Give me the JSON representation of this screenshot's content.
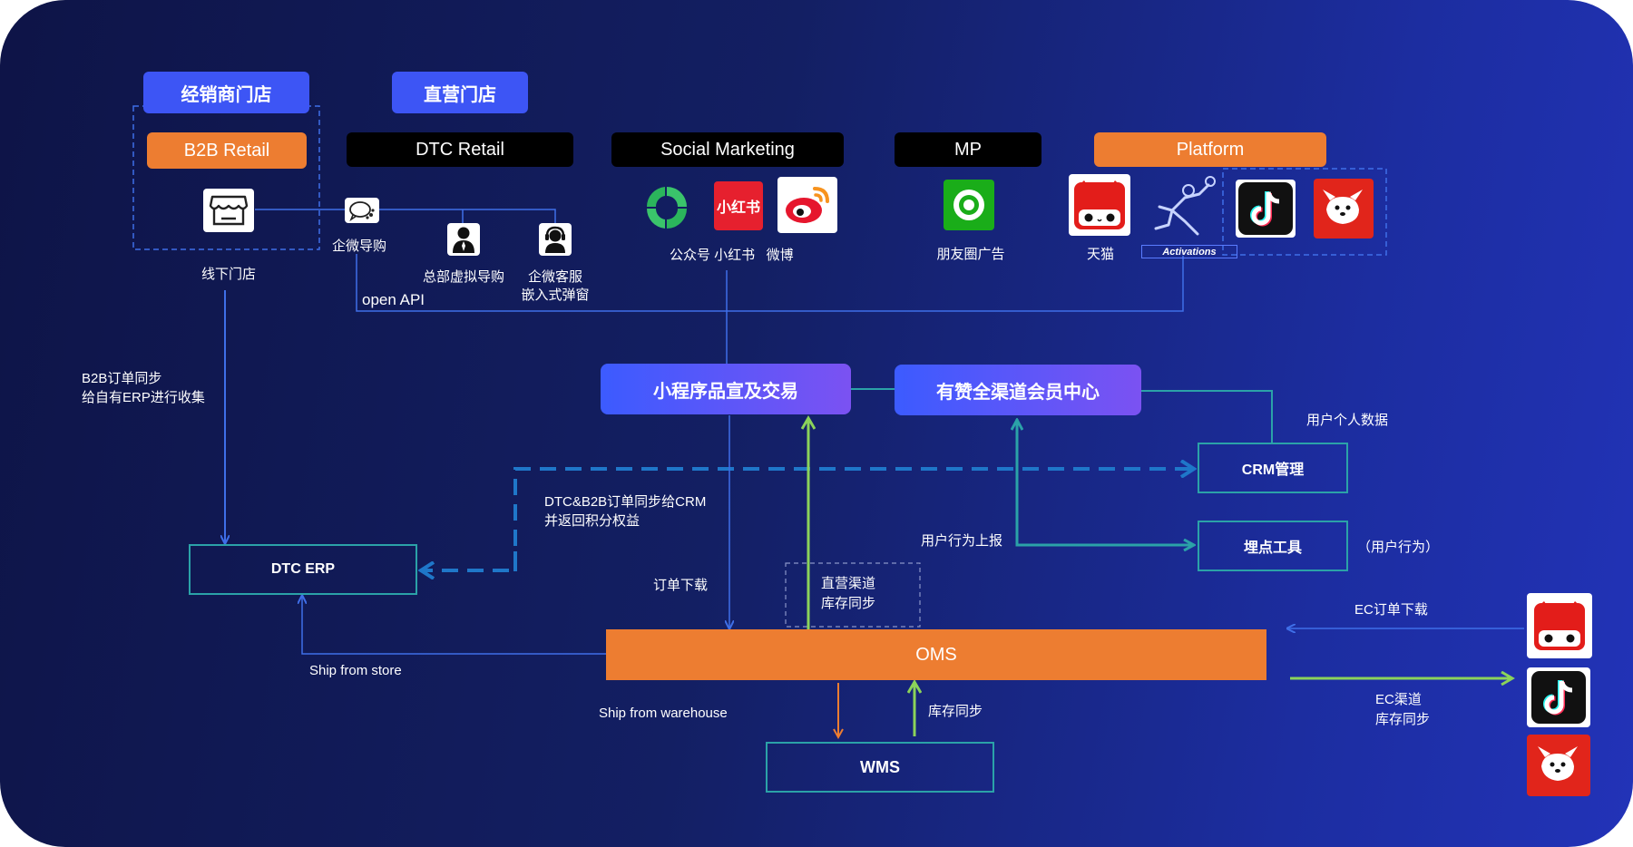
{
  "headers": {
    "dealer_store": "经销商门店",
    "direct_store": "直营门店",
    "b2b_retail": "B2B Retail",
    "dtc_retail": "DTC Retail",
    "social_marketing": "Social Marketing",
    "mp": "MP",
    "platform": "Platform"
  },
  "labels": {
    "offline_store": "线下门店",
    "wecom_guide": "企微导购",
    "hq_virtual_guide": "总部虚拟导购",
    "wecom_service_1": "企微客服",
    "wecom_service_2": "嵌入式弹窗",
    "open_api": "open API",
    "social_names": "公众号 小红书   微博",
    "moments_ads": "朋友圈广告",
    "tmall": "天猫",
    "activations": "Activations",
    "b2b_sync_1": "B2B订单同步",
    "b2b_sync_2": "给自有ERP进行收集",
    "crm_sync_1": "DTC&B2B订单同步给CRM",
    "crm_sync_2": "并返回积分权益",
    "order_download": "订单下载",
    "direct_channel_1": "直营渠道",
    "direct_channel_2": "库存同步",
    "user_behavior_report": "用户行为上报",
    "user_personal_data": "用户个人数据",
    "user_behavior_paren": "（用户行为）",
    "ship_from_store": "Ship from store",
    "ship_from_warehouse": "Ship from warehouse",
    "inventory_sync": "库存同步",
    "ec_order_download": "EC订单下载",
    "ec_channel_1": "EC渠道",
    "ec_channel_2": "库存同步",
    "xhs_logo": "小红书"
  },
  "nodes": {
    "mini_program": "小程序品宣及交易",
    "member_center": "有赞全渠道会员中心",
    "crm": "CRM管理",
    "tracking_tool": "埋点工具",
    "dtc_erp": "DTC ERP",
    "oms": "OMS",
    "wms": "WMS"
  },
  "icons": {
    "store": "storefront-icon",
    "wecom": "wecom-icon",
    "person": "person-icon",
    "service": "headset-agent-icon",
    "wechat_official": "wechat-official-account-icon",
    "xiaohongshu": "xiaohongshu-icon",
    "weibo": "weibo-icon",
    "moments": "wechat-moments-icon",
    "tmall": "tmall-icon",
    "activations": "basketball-player-icon",
    "douyin": "douyin-icon",
    "jd": "jd-dog-icon"
  },
  "colors": {
    "orange": "#ed7d31",
    "blue_pill": "#3d55f5",
    "teal": "#2ba2a8",
    "green_arrow": "#8bd35a",
    "dash_blue": "#1f77c9",
    "line_blue": "#3f6fe8"
  }
}
